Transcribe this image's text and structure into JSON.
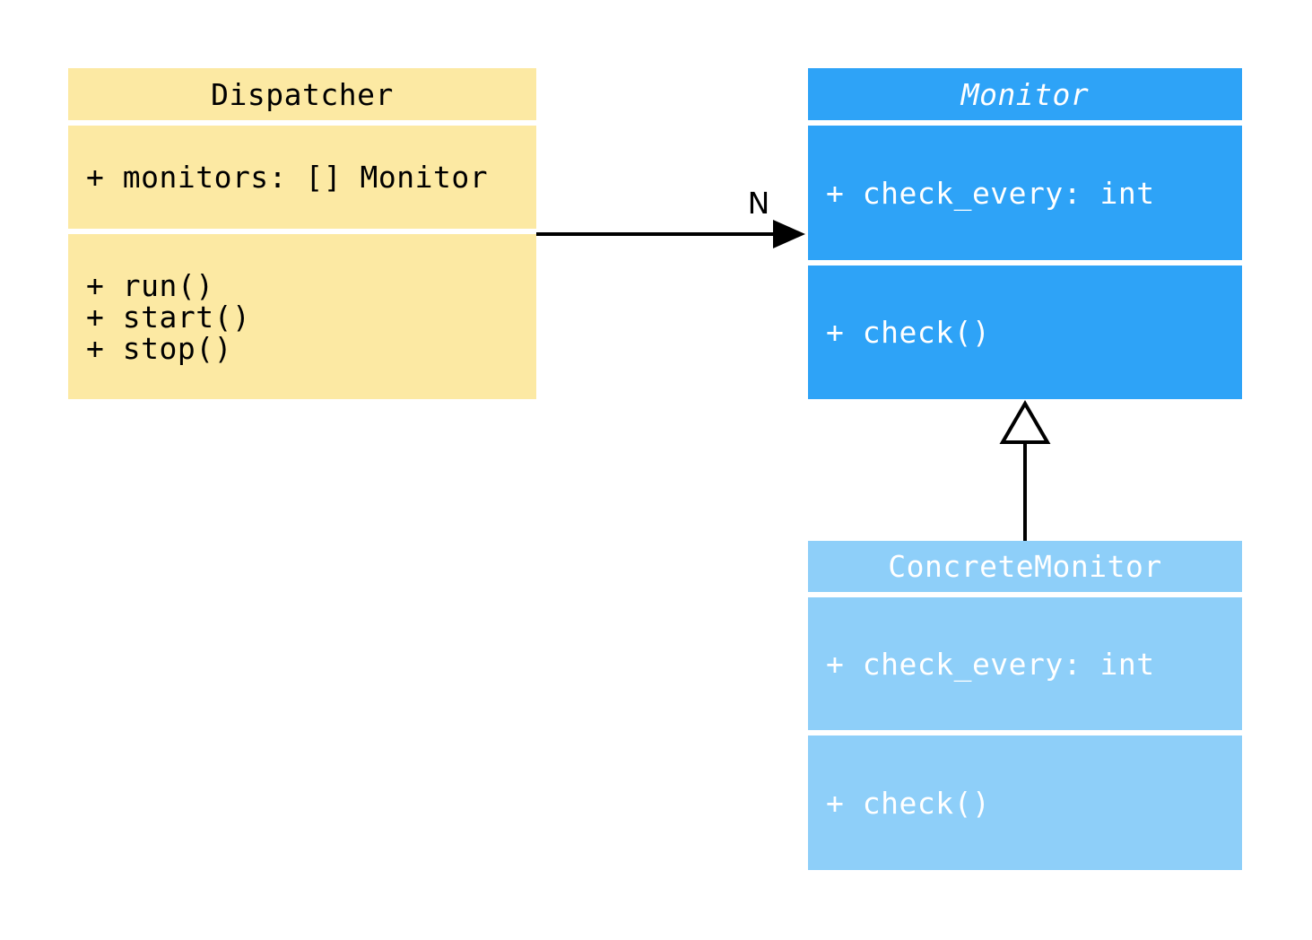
{
  "colors": {
    "canvas-bg": "#ffffff",
    "class-yellow": "#fce9a3",
    "class-blue": "#2ea3f7",
    "class-light-blue": "#8ecff9",
    "text-dark": "#000000",
    "text-light": "#ffffff",
    "connector": "#000000"
  },
  "diagram": {
    "classes": [
      {
        "name": "Dispatcher",
        "attributes": [
          "+ monitors: [] Monitor"
        ],
        "methods": [
          "+ run()",
          "+ start()",
          "+ stop()"
        ]
      },
      {
        "name": "Monitor",
        "attributes": [
          "+ check_every: int"
        ],
        "methods": [
          "+ check()"
        ]
      },
      {
        "name": "ConcreteMonitor",
        "attributes": [
          "+ check_every: int"
        ],
        "methods": [
          "+ check()"
        ]
      }
    ],
    "relationships": [
      {
        "type": "association",
        "from": "Dispatcher",
        "to": "Monitor",
        "label": "N"
      },
      {
        "type": "inheritance",
        "from": "ConcreteMonitor",
        "to": "Monitor"
      }
    ]
  }
}
